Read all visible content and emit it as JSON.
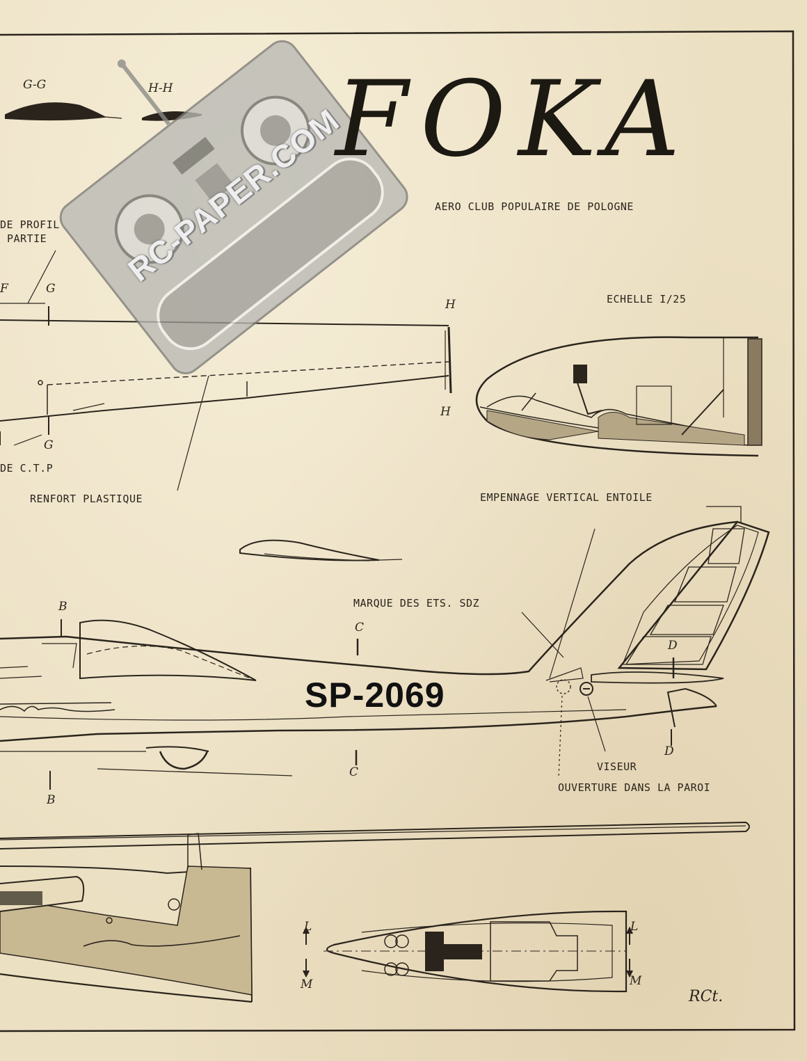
{
  "title": "FOKA",
  "subtitle": "AERO CLUB POPULAIRE DE POLOGNE",
  "scale": "ECHELLE  I/25",
  "registration": "SP-2069",
  "signature": "RCt.",
  "watermark": {
    "text": "RC-PAPER.COM"
  },
  "sections": {
    "gg": "G-G",
    "hh": "H-H",
    "f": "F",
    "g_top": "G",
    "g_bottom": "G",
    "h_top": "H",
    "h_bottom": "H",
    "b_top": "B",
    "b_bottom": "B",
    "c_top": "C",
    "c_bottom": "C",
    "d_top": "D",
    "d_bottom": "D",
    "l_left": "L",
    "m_left": "M",
    "l_right": "L",
    "m_right": "M"
  },
  "labels": {
    "profil_1": "DE PROFIL",
    "profil_2": "PARTIE",
    "ctp": "DE C.T.P",
    "renfort": "RENFORT PLASTIQUE",
    "empennage": "EMPENNAGE VERTICAL ENTOILE",
    "marque": "MARQUE DES ETS. SDZ",
    "viseur": "VISEUR",
    "ouverture": "OUVERTURE DANS LA PAROI"
  },
  "colors": {
    "paper": "#ece0c3",
    "ink": "#2a241c"
  }
}
